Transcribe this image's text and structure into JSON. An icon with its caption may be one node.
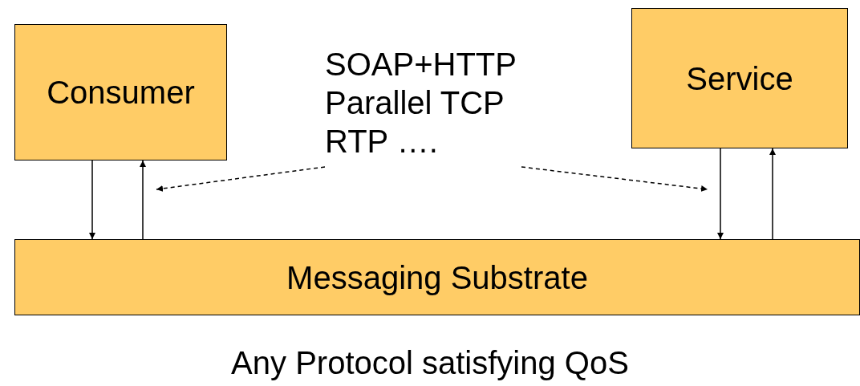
{
  "diagram": {
    "caption": "Any Protocol satisfying QoS",
    "nodes": [
      {
        "text": [
          "Consumer"
        ]
      },
      {
        "text": [
          "Service"
        ]
      },
      {
        "text": [
          "Messaging Substrate"
        ]
      },
      {
        "text": [
          "SOAP+HTTP Parallel TCP RTP …."
        ]
      }
    ],
    "edges": [
      {
        "from": 0,
        "to": 2,
        "arrow": "to"
      },
      {
        "from": 2,
        "to": 0,
        "arrow": "to"
      },
      {
        "from": 1,
        "to": 2,
        "arrow": "to"
      },
      {
        "from": 2,
        "to": 1,
        "arrow": "to"
      },
      {
        "from": 3,
        "to": null,
        "arrow": "to",
        "style": "dashed"
      },
      {
        "from": 3,
        "to": null,
        "arrow": "to",
        "style": "dashed"
      }
    ]
  }
}
